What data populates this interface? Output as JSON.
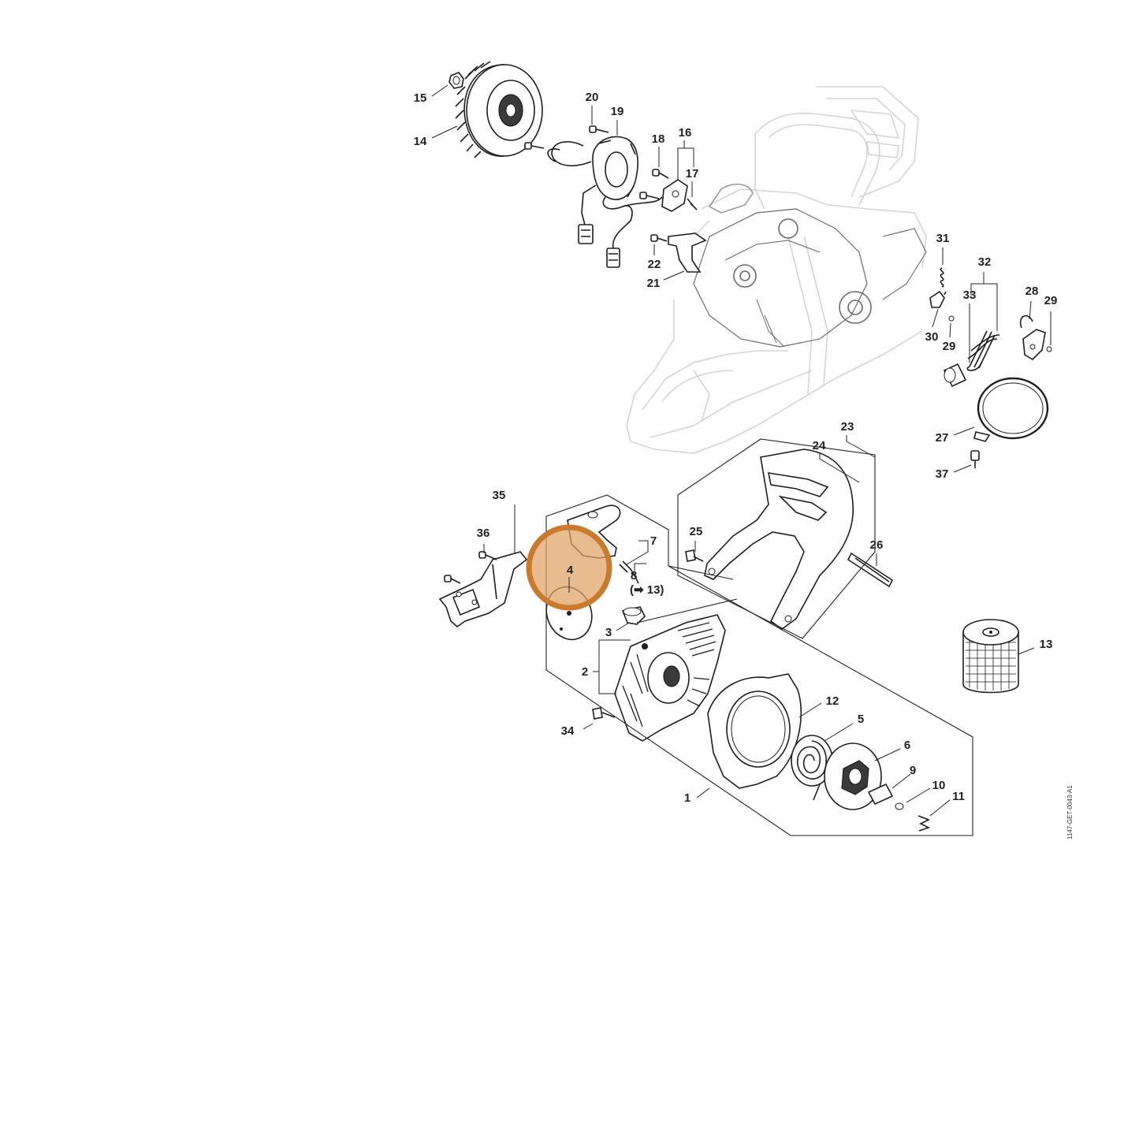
{
  "diagram": {
    "drawing_code": "1147-GET-0043-A1",
    "colors": {
      "highlight_fill": "#e0a265",
      "highlight_ring": "#c97a2c",
      "line": "#1e1e1e",
      "ghost_outline": "#d4d4d4"
    },
    "highlighted_callout": "4",
    "reference_note": "(➡ 13)",
    "callouts": {
      "c1": "1",
      "c2": "2",
      "c3": "3",
      "c4": "4",
      "c5": "5",
      "c6": "6",
      "c7": "7",
      "c8": "8",
      "c9": "9",
      "c10": "10",
      "c11": "11",
      "c12": "12",
      "c13": "13",
      "c14": "14",
      "c15": "15",
      "c16": "16",
      "c17": "17",
      "c18": "18",
      "c19": "19",
      "c20": "20",
      "c21": "21",
      "c22": "22",
      "c23": "23",
      "c24": "24",
      "c25": "25",
      "c26": "26",
      "c27": "27",
      "c28": "28",
      "c29a": "29",
      "c29b": "29",
      "c30": "30",
      "c31": "31",
      "c32": "32",
      "c33": "33",
      "c34": "34",
      "c35": "35",
      "c36": "36",
      "c37": "37"
    }
  }
}
